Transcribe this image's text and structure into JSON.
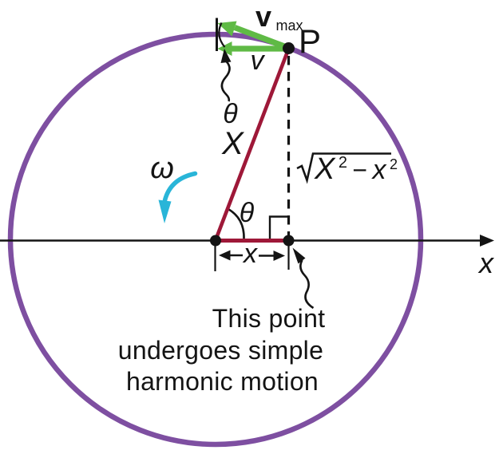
{
  "figure": {
    "description": "Projection of uniform circular motion onto the x-axis producing simple harmonic motion",
    "colors": {
      "circle": "#7E4FA1",
      "radius": "#9E1838",
      "velocity": "#5FBA45",
      "omega": "#29B5D8",
      "ink": "#141414",
      "background": "#ffffff"
    },
    "labels": {
      "vmax_main": "v",
      "vmax_sub": "max",
      "point_p": "P",
      "v": "v",
      "theta_top": "θ",
      "radius": "X",
      "omega": "ω",
      "radicand_X": "X",
      "radicand_X_exp": "2",
      "radicand_minus": "−",
      "radicand_x": "x",
      "radicand_x_exp": "2",
      "theta_center": "θ",
      "x_dimension": "x",
      "x_axis": "x"
    },
    "caption": {
      "line1": "This point",
      "line2": "undergoes simple",
      "line3": "harmonic motion"
    }
  }
}
